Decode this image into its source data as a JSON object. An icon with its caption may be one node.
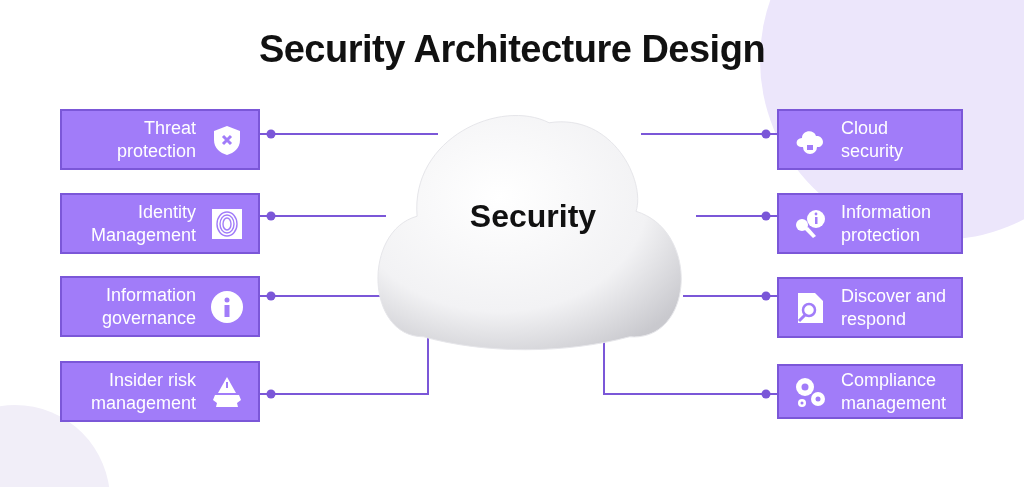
{
  "diagram": {
    "title": "Security Architecture Design",
    "nodes": [
      {
        "text": [
          "Security"
        ]
      },
      {
        "text": [
          "Threat protection"
        ]
      },
      {
        "text": [
          "Identity Management"
        ]
      },
      {
        "text": [
          "Information governance"
        ]
      },
      {
        "text": [
          "Insider risk management"
        ]
      },
      {
        "text": [
          "Cloud security"
        ]
      },
      {
        "text": [
          "Information protection"
        ]
      },
      {
        "text": [
          "Discover and respond"
        ]
      },
      {
        "text": [
          "Compliance management"
        ]
      }
    ],
    "edges": [
      {
        "from": 0,
        "to": 1,
        "arrow": "other"
      },
      {
        "from": 0,
        "to": 2,
        "arrow": "other"
      },
      {
        "from": 0,
        "to": 3,
        "arrow": "other"
      },
      {
        "from": 0,
        "to": 4,
        "arrow": "other"
      },
      {
        "from": 0,
        "to": 5,
        "arrow": "other"
      },
      {
        "from": 0,
        "to": 6,
        "arrow": "other"
      },
      {
        "from": 0,
        "to": 7,
        "arrow": "other"
      },
      {
        "from": 0,
        "to": 8,
        "arrow": "other"
      }
    ]
  }
}
